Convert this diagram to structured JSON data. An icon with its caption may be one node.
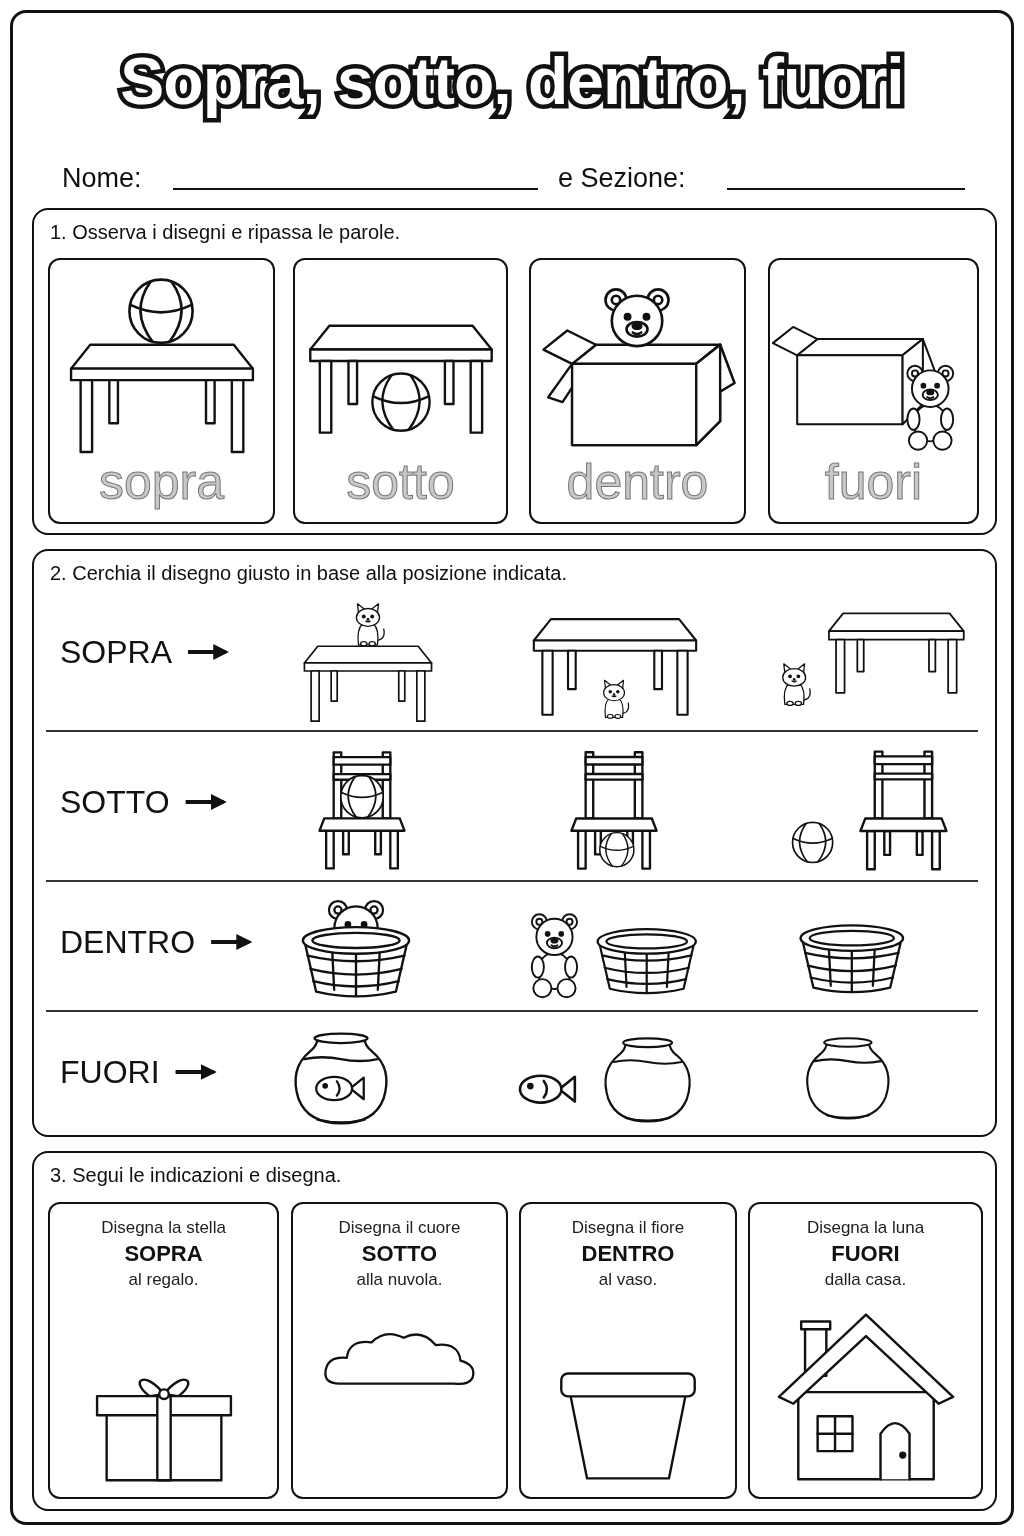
{
  "diagram": {
    "title": "Sopra, sotto, dentro, fuori",
    "nodes": [
      {
        "text": [
          "1. Osserva i disegni e ripassa le parole."
        ]
      },
      {
        "text": [
          "sopra"
        ],
        "in": 0
      },
      {
        "text": [
          "sotto"
        ],
        "in": 0
      },
      {
        "text": [
          "dentro"
        ],
        "in": 0
      },
      {
        "text": [
          "fuori"
        ],
        "in": 0
      },
      {
        "text": [
          "2. Cerchia il disegno giusto in base alla posizione indicata."
        ]
      },
      {
        "text": [
          "SOPRA"
        ],
        "in": 5
      },
      {
        "text": [],
        "shape": "picture",
        "in": 5
      },
      {
        "text": [],
        "shape": "picture",
        "in": 5
      },
      {
        "text": [],
        "shape": "picture",
        "in": 5
      },
      {
        "text": [
          "SOTTO"
        ],
        "in": 5
      },
      {
        "text": [],
        "shape": "picture",
        "in": 5
      },
      {
        "text": [],
        "shape": "picture",
        "in": 5
      },
      {
        "text": [],
        "shape": "picture",
        "in": 5
      },
      {
        "text": [
          "DENTRO"
        ],
        "in": 5
      },
      {
        "text": [],
        "shape": "picture",
        "in": 5
      },
      {
        "text": [],
        "shape": "picture",
        "in": 5
      },
      {
        "text": [],
        "shape": "picture",
        "in": 5
      },
      {
        "text": [
          "FUORI"
        ],
        "in": 5
      },
      {
        "text": [],
        "shape": "picture",
        "in": 5
      },
      {
        "text": [],
        "shape": "picture",
        "in": 5
      },
      {
        "text": [],
        "shape": "picture",
        "in": 5
      },
      {
        "text": [
          "3. Segui le indicazioni e disegna."
        ]
      },
      {
        "text": [
          "Disegna la stella",
          "SOPRA",
          "al regalo."
        ],
        "in": 22
      },
      {
        "text": [
          "Disegna il cuore",
          "SOTTO",
          "alla nuvola."
        ],
        "in": 22
      },
      {
        "text": [
          "Disegna il fiore",
          "DENTRO",
          "al vaso."
        ],
        "in": 22
      },
      {
        "text": [
          "Disegna la luna",
          "FUORI",
          "dalla casa."
        ],
        "in": 22
      }
    ],
    "edges": [
      {
        "from": 6,
        "to": null,
        "arrow": "to"
      },
      {
        "from": 10,
        "to": null,
        "arrow": "to"
      },
      {
        "from": 14,
        "to": null,
        "arrow": "to"
      },
      {
        "from": 18,
        "to": null,
        "arrow": "to"
      }
    ],
    "labels": [
      "Nome:",
      "e Sezione:"
    ]
  }
}
